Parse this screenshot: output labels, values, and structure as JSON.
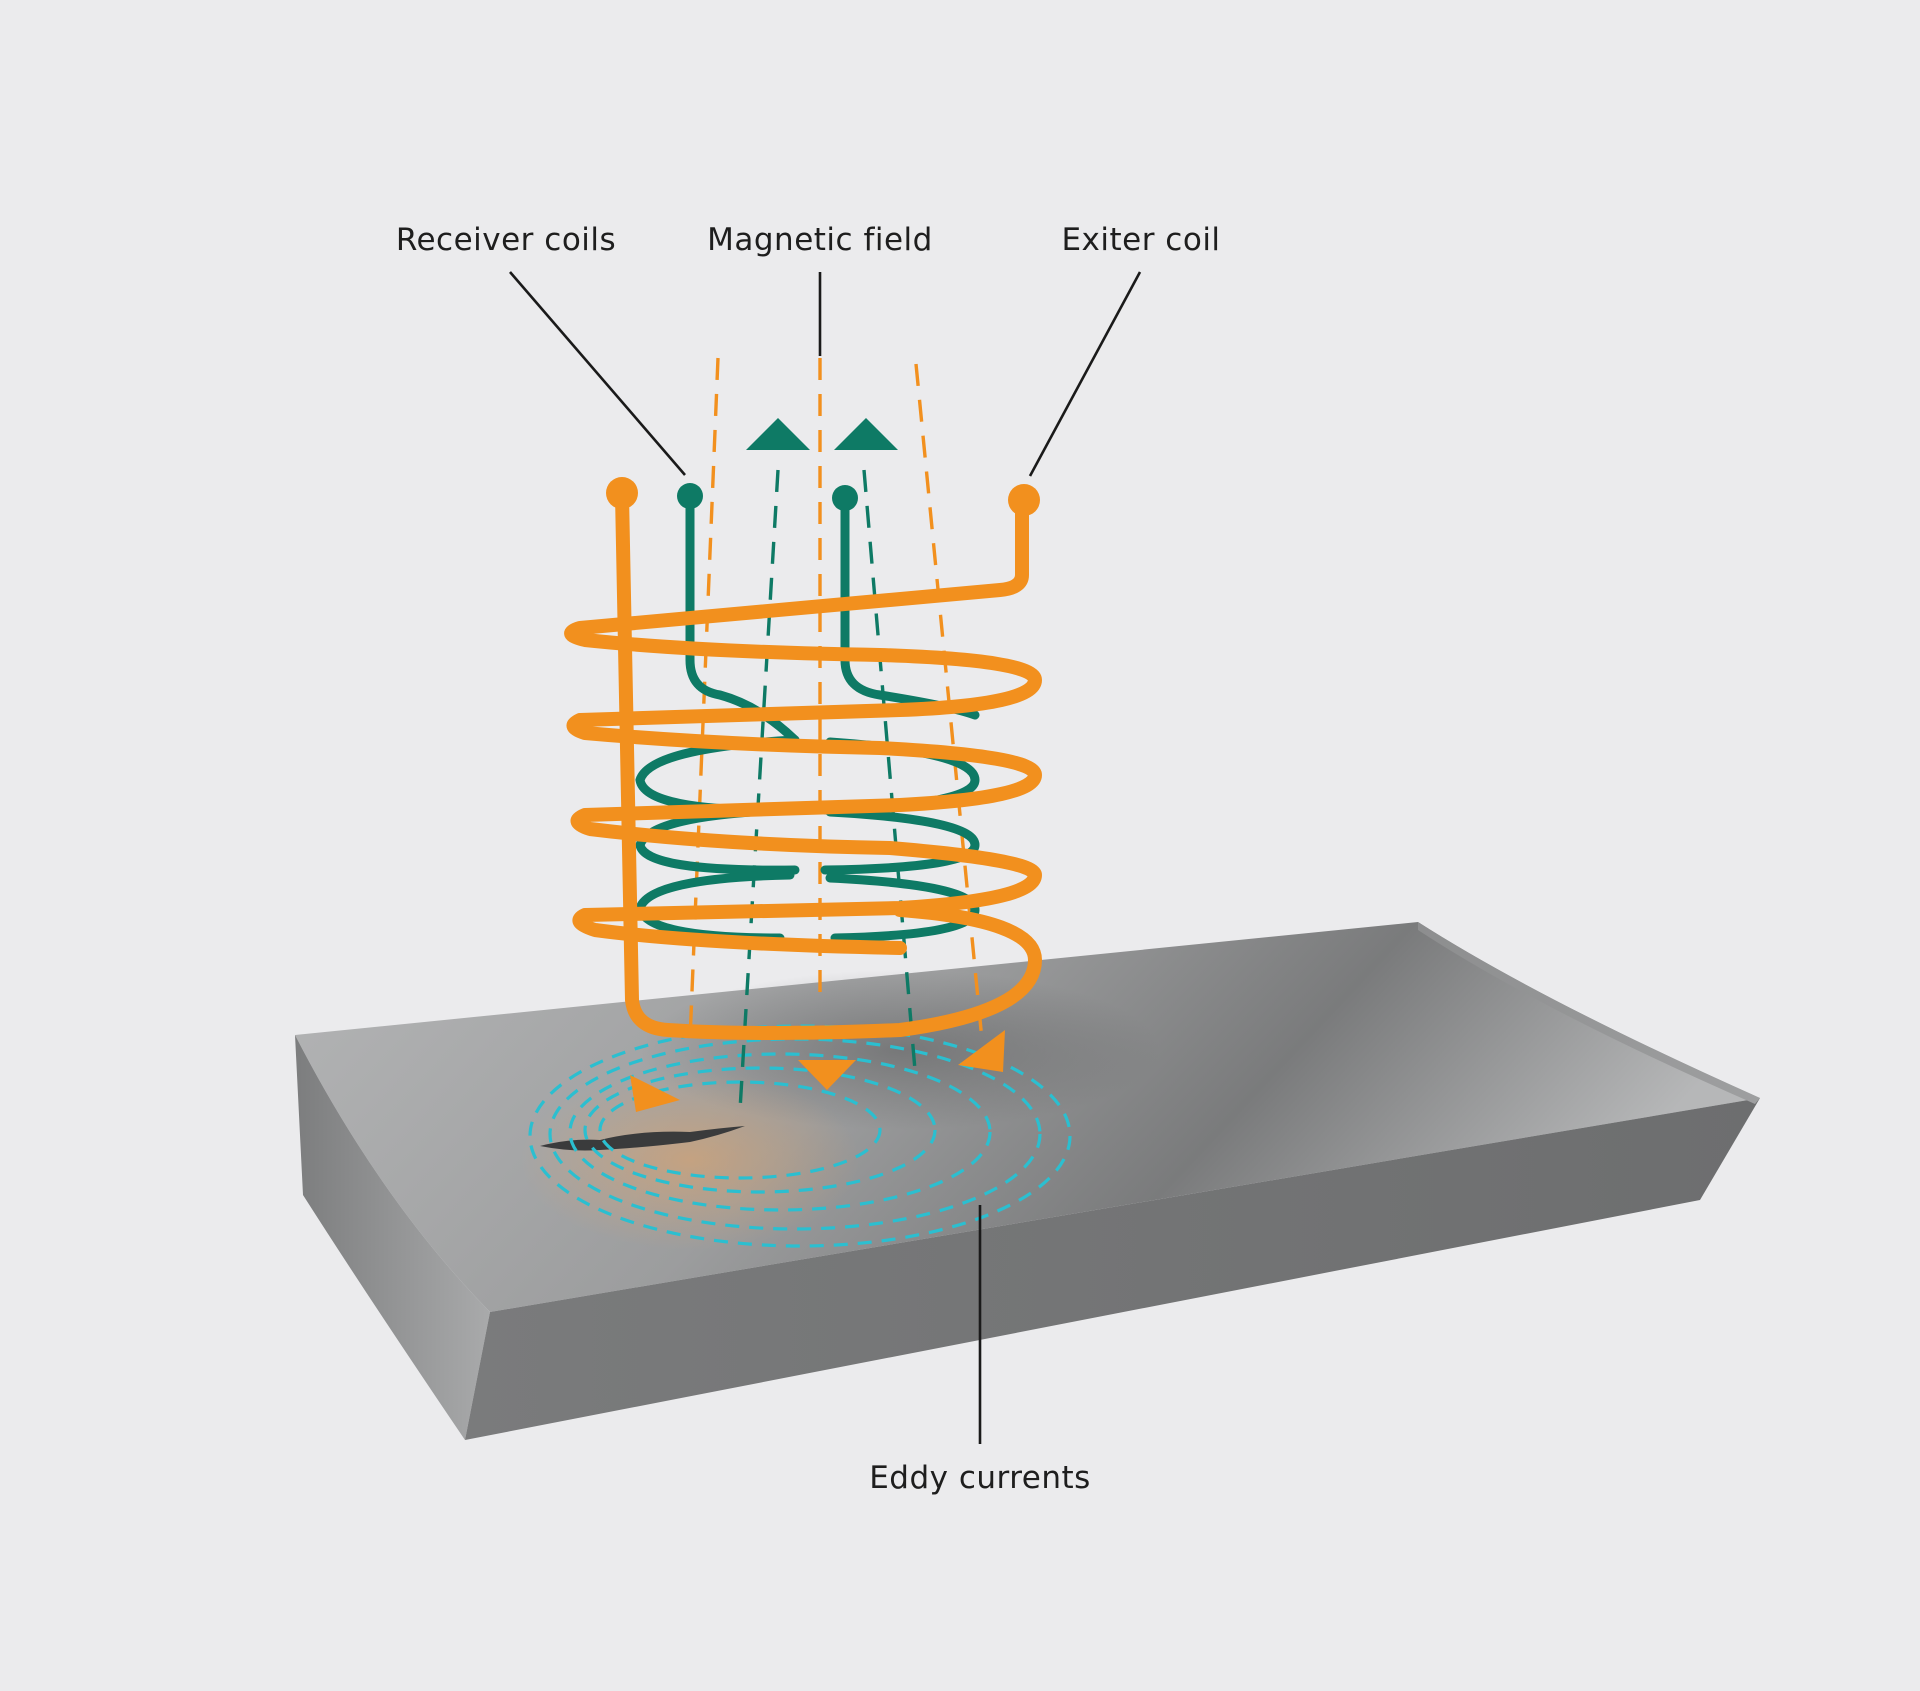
{
  "labels": {
    "receiver_coils": "Receiver coils",
    "magnetic_field": "Magnetic field",
    "exciter_coil": "Exiter coil",
    "eddy_currents": "Eddy currents"
  },
  "colors": {
    "background": "#ebebed",
    "exciter_coil": "#f2901e",
    "receiver_coils": "#0e7a65",
    "eddy_currents": "#2bbfd0",
    "workpiece": "#8a8b8c"
  },
  "icons": {
    "field_arrow_up": "triangle-up",
    "field_arrow_down": "triangle-down"
  }
}
